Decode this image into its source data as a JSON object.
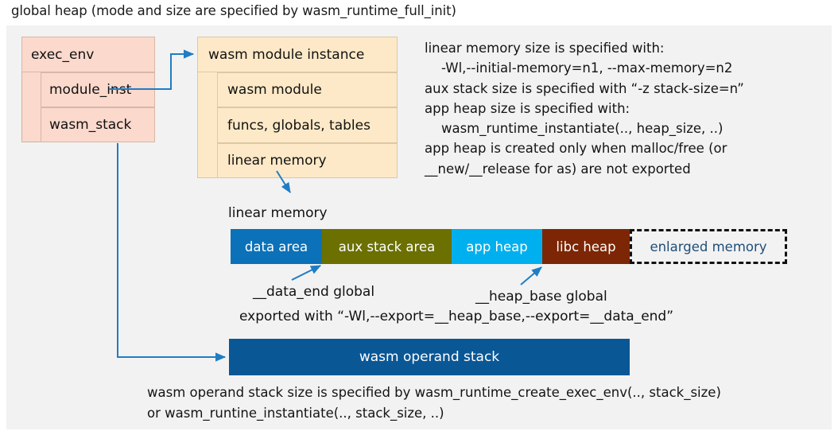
{
  "title": "global heap (mode and size are specified by wasm_runtime_full_init)",
  "colors": {
    "panel_bg": "#f2f2f2",
    "exec_env_fill": "#fbd9cd",
    "module_instance_fill": "#fde9c7",
    "data_area": "#0b71b8",
    "aux_stack_area": "#6b7000",
    "app_heap": "#00b0ee",
    "libc_heap": "#7d2605",
    "enlarged_memory_text": "#1f4e79",
    "operand_stack": "#0a5796",
    "arrow": "#1f7dc4"
  },
  "exec_env": {
    "title": "exec_env",
    "rows": [
      {
        "label": "module_inst"
      },
      {
        "label": "wasm_stack"
      }
    ]
  },
  "module_instance": {
    "title": "wasm module instance",
    "rows": [
      {
        "label": "wasm module"
      },
      {
        "label": "funcs, globals, tables"
      },
      {
        "label": "linear memory"
      }
    ]
  },
  "info_text": "linear memory size is specified with:\n    -Wl,--initial-memory=n1, --max-memory=n2\naux stack size is specified with “-z stack-size=n”\napp heap size is specified with:\n    wasm_runtime_instantiate(.., heap_size, ..)\napp heap is created only when malloc/free (or\n__new/__release for as) are not exported",
  "linear_memory": {
    "caption": "linear memory",
    "segments": [
      {
        "label": "data area",
        "color": "#0b71b8",
        "width": 115,
        "dashed": false
      },
      {
        "label": "aux stack area",
        "color": "#6b7000",
        "width": 163,
        "dashed": false
      },
      {
        "label": "app heap",
        "color": "#00b0ee",
        "width": 114,
        "dashed": false
      },
      {
        "label": "libc heap",
        "color": "#7d2605",
        "width": 110,
        "dashed": false
      },
      {
        "label": "enlarged memory",
        "color": "#f2f2f2",
        "width": 198,
        "dashed": true
      }
    ]
  },
  "annotations": {
    "data_end": "__data_end global",
    "heap_base": "__heap_base global",
    "exported": "exported with “-Wl,--export=__heap_base,--export=__data_end”"
  },
  "operand_stack": {
    "label": "wasm operand stack"
  },
  "bottom_note": "wasm operand stack size is specified by wasm_runtime_create_exec_env(.., stack_size)\nor wasm_runtine_instantiate(.., stack_size, ..)"
}
